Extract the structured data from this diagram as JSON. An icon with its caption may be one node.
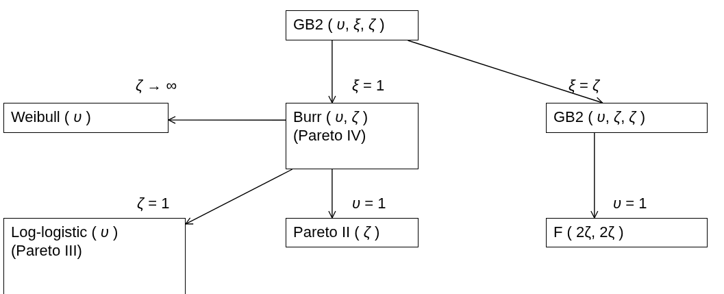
{
  "diagram": {
    "nodes": [
      {
        "text": [
          "GB2 ( *υ*, *ξ*, *ζ* )"
        ]
      },
      {
        "text": [
          "Weibull ( *υ* )"
        ]
      },
      {
        "text": [
          "Burr ( *υ*, *ζ* )",
          "(Pareto IV)"
        ]
      },
      {
        "text": [
          "GB2 ( *υ*, *ζ*, *ζ* )"
        ]
      },
      {
        "text": [
          "Log-logistic ( *υ* )",
          "(Pareto III)"
        ]
      },
      {
        "text": [
          "Pareto II ( *ζ* )"
        ]
      },
      {
        "text": [
          "F ( 2ζ, 2ζ )"
        ]
      }
    ],
    "edges": [
      {
        "from": 0,
        "to": 2,
        "arrow": "to",
        "label": "*ξ* = 1"
      },
      {
        "from": 0,
        "to": 3,
        "arrow": "to",
        "label": "*ξ* = *ζ*"
      },
      {
        "from": 2,
        "to": 1,
        "arrow": "to",
        "label": "*ζ* → ∞"
      },
      {
        "from": 2,
        "to": 4,
        "arrow": "to",
        "label": "*ζ* = 1"
      },
      {
        "from": 2,
        "to": 5,
        "arrow": "to",
        "label": "*υ* = 1"
      },
      {
        "from": 3,
        "to": 6,
        "arrow": "to",
        "label": "*υ* = 1"
      }
    ]
  }
}
